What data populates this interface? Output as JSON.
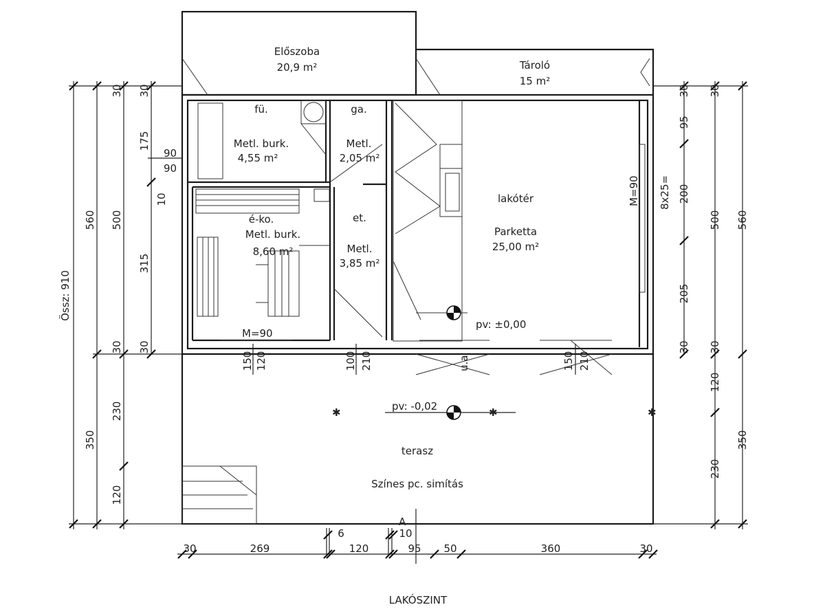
{
  "plan": {
    "title": "LAKÓSZINT",
    "section_marker": "A",
    "rooms": {
      "eloszoba": {
        "name": "Előszoba",
        "area": "20,9 m²"
      },
      "tarolo": {
        "name": "Tároló",
        "area": "15 m²"
      },
      "furdo": {
        "name": "fü.",
        "floor": "Metl. burk.",
        "area": "4,55 m²"
      },
      "garderob": {
        "name": "ga.",
        "floor": "Metl.",
        "area": "2,05 m²"
      },
      "etkezo_konyha": {
        "name": "é-ko.",
        "floor": "Metl. burk.",
        "area": "8,60 m²"
      },
      "etkezo": {
        "name": "et.",
        "floor": "Metl.",
        "area": "3,85 m²"
      },
      "lakoter": {
        "name": "lakótér",
        "floor": "Parketta",
        "area": "25,00 m²"
      },
      "terasz": {
        "name": "terasz",
        "floor": "Színes pc. simítás"
      }
    },
    "labels": {
      "m90_kitchen": "M=90",
      "m90_living": "M=90",
      "level_inside": "pv: ±0,00",
      "level_terrace": "pv: -0,02",
      "ua": "u.a",
      "stairs_count": "8x25="
    },
    "dims_left": {
      "total": "Össz: 910",
      "c2": [
        "560",
        "350"
      ],
      "c3": [
        "30",
        "500",
        "30",
        "230",
        "120"
      ],
      "c4": [
        "30",
        "175",
        "10",
        "315",
        "30"
      ],
      "wall": [
        "90",
        "90"
      ]
    },
    "dims_right": {
      "c1": [
        "30",
        "95",
        "200",
        "205",
        "30"
      ],
      "c2": [
        "30",
        "500",
        "30",
        "120",
        "230"
      ],
      "c3": [
        "560",
        "350"
      ]
    },
    "dims_bottom": [
      "30",
      "269",
      "120",
      "95",
      "50",
      "360",
      "30"
    ],
    "dims_bottom_small": [
      "6",
      "10"
    ],
    "openings": [
      "150",
      "120",
      "100",
      "210",
      "150",
      "210"
    ]
  }
}
